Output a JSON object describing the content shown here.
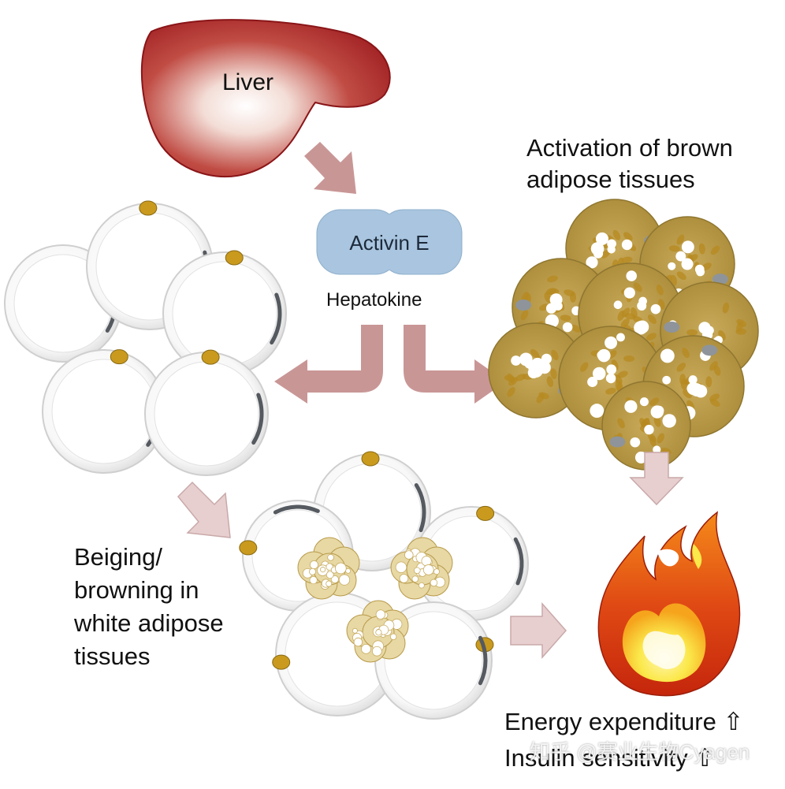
{
  "labels": {
    "liver": "Liver",
    "activin": "Activin E",
    "hepatokine": "Hepatokine",
    "bat_line1": "Activation of brown",
    "bat_line2": "adipose tissues",
    "beige_line1": "Beiging/",
    "beige_line2": "browning in",
    "beige_line3": "white adipose",
    "beige_line4": "tissues",
    "energy": "Energy expenditure ⇧",
    "insulin": "Insulin sensitivity ⇧",
    "watermark": "知乎 @赛业生物Cyagen"
  },
  "colors": {
    "liver_dark": "#9c1a1e",
    "liver_light": "#ffffff",
    "arrow": "#c99696",
    "arrow_light": "#e8cfcf",
    "activin_blue": "#a9c5df",
    "brown_fat": "#b8953c",
    "brown_droplet": "#c99a1e",
    "mito_gray": "#8e949a",
    "flame_red": "#d93a12",
    "flame_orange": "#f28a16",
    "flame_yellow": "#fbe84a"
  },
  "icons": [
    "liver-icon",
    "activin-dimer-icon",
    "white-adipocyte-icon",
    "brown-adipocyte-icon",
    "beige-adipocyte-icon",
    "flame-icon"
  ]
}
